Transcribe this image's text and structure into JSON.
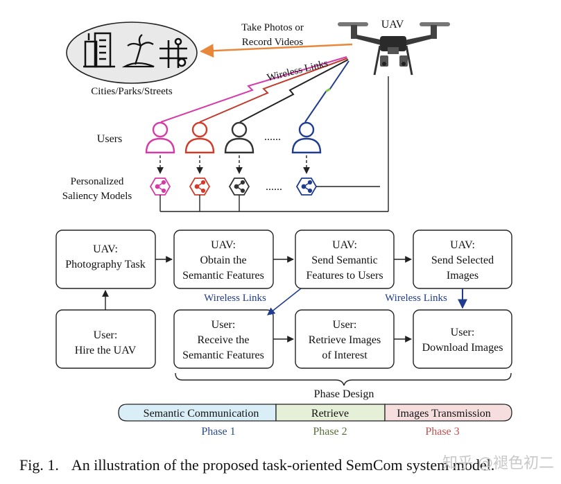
{
  "uav": {
    "label": "UAV",
    "take_photos_line1": "Take Photos or",
    "take_photos_line2": "Record Videos",
    "wireless_links": "Wireless Links"
  },
  "scene": {
    "label": "Cities/Parks/Streets"
  },
  "users": {
    "label": "Users",
    "dots": "......",
    "colors": [
      "#d63aa6",
      "#d23a2a",
      "#333333",
      "#1f3c8f"
    ]
  },
  "models": {
    "label_line1": "Personalized",
    "label_line2": "Saliency Models",
    "dots": "......"
  },
  "flow": {
    "hire": {
      "line1": "User:",
      "line2": "Hire the UAV"
    },
    "photo_task": {
      "line1": "UAV:",
      "line2": "Photography Task"
    },
    "obtain": {
      "line1": "UAV:",
      "line2": "Obtain the",
      "line3": "Semantic Features"
    },
    "send_sem": {
      "line1": "UAV:",
      "line2": "Send Semantic",
      "line3": "Features to Users"
    },
    "send_sel": {
      "line1": "UAV:",
      "line2": "Send Selected",
      "line3": "Images"
    },
    "receive": {
      "line1": "User:",
      "line2": "Receive the",
      "line3": "Semantic Features"
    },
    "retrieve": {
      "line1": "User:",
      "line2": "Retrieve Images",
      "line3": "of Interest"
    },
    "download": {
      "line1": "User:",
      "line2": "Download Images"
    },
    "wireless_links_1": "Wireless Links",
    "wireless_links_2": "Wireless Links",
    "phase_design": "Phase Design"
  },
  "phases": {
    "bar": [
      "Semantic Communication",
      "Retrieve",
      "Images Transmission"
    ],
    "names": [
      "Phase 1",
      "Phase 2",
      "Phase 3"
    ],
    "fills": [
      "#daeef7",
      "#e6efd8",
      "#f6dede"
    ],
    "name_colors": [
      "#2a4a8a",
      "#5a6e3a",
      "#c0504d"
    ]
  },
  "caption": {
    "label": "Fig. 1.",
    "text": "An illustration of the proposed task-oriented SemCom system model."
  },
  "watermark": "知乎 @褪色初二"
}
